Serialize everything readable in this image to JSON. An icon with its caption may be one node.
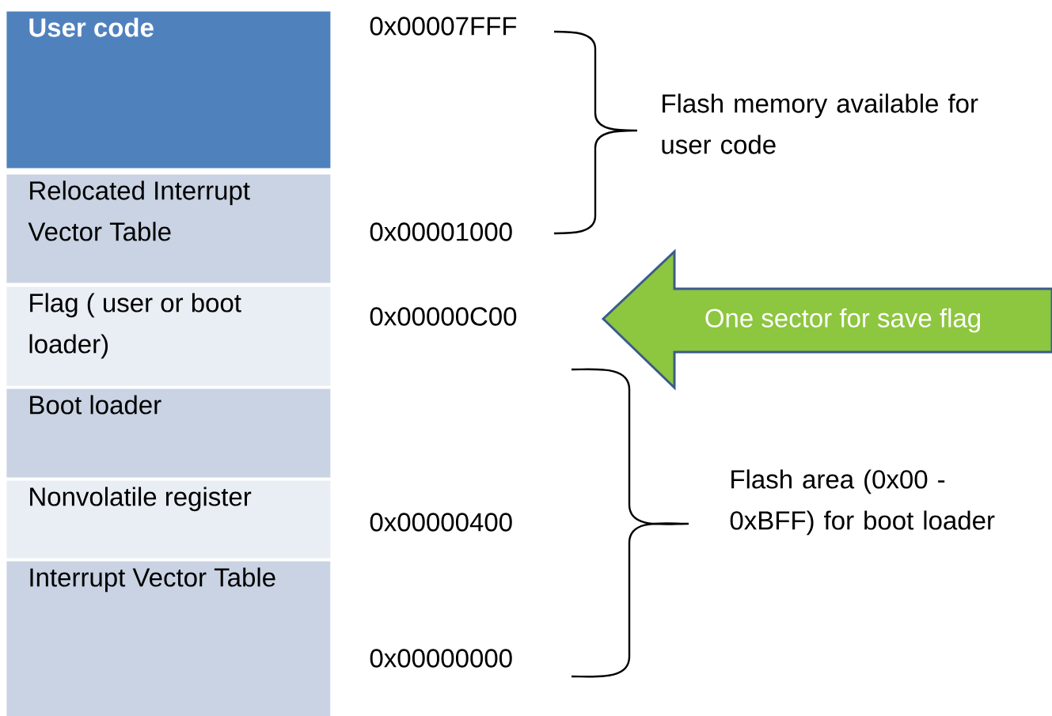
{
  "diagram": {
    "nodes": [
      {
        "text": [
          "User code"
        ]
      },
      {
        "text": [
          "Relocated Interrupt Vector Table"
        ]
      },
      {
        "text": [
          "Flag ( user or boot loader)"
        ]
      },
      {
        "text": [
          "Boot loader"
        ]
      },
      {
        "text": [
          "Nonvolatile register"
        ]
      },
      {
        "text": [
          "Interrupt Vector Table"
        ]
      },
      {
        "text": [
          "One sector for save flag"
        ]
      }
    ],
    "labels": [
      "0x00007FFF",
      "Flash memory available for user code",
      "0x00001000",
      "0x00000C00",
      "0x00000400",
      "Flash area (0x00 - 0xBFF) for boot loader",
      "0x00000000"
    ]
  }
}
